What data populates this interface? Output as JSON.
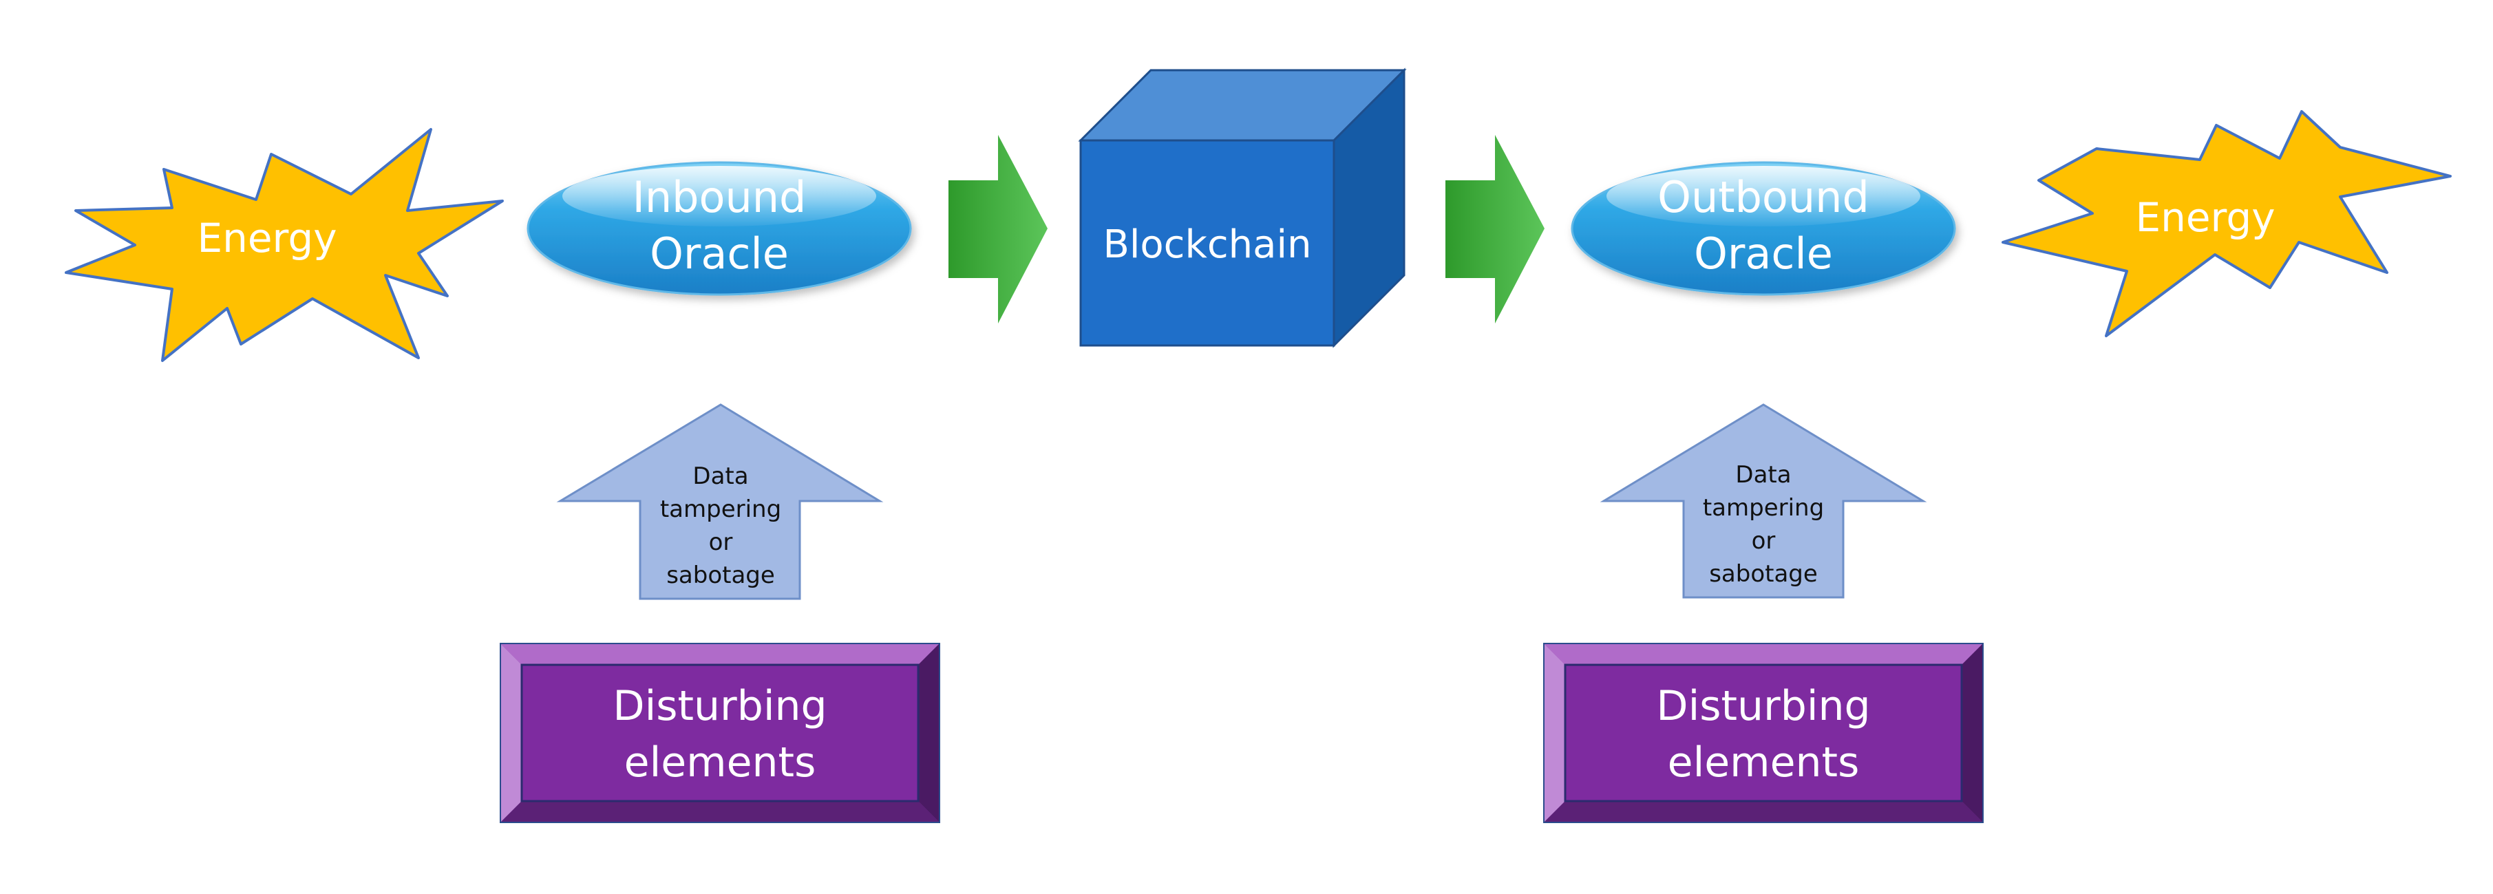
{
  "diagram": {
    "energy_left": {
      "label": "Energy"
    },
    "inbound_oracle": {
      "line1": "Inbound",
      "line2": "Oracle"
    },
    "blockchain": {
      "label": "Blockchain"
    },
    "outbound_oracle": {
      "line1": "Outbound",
      "line2": "Oracle"
    },
    "energy_right": {
      "label": "Energy"
    },
    "threat_arrow_left": {
      "lines": [
        "Data",
        "tampering",
        "or",
        "sabotage"
      ]
    },
    "threat_arrow_right": {
      "lines": [
        "Data",
        "tampering",
        "or",
        "sabotage"
      ]
    },
    "disturbing_left": {
      "line1": "Disturbing",
      "line2": "elements"
    },
    "disturbing_right": {
      "line1": "Disturbing",
      "line2": "elements"
    }
  },
  "colors": {
    "energy_fill": "#FFC000",
    "energy_stroke": "#4472C4",
    "oracle_fill": "#29A3E0",
    "cube_front": "#1F6FC9",
    "cube_top": "#4F8FD6",
    "cube_side": "#155BA6",
    "flow_arrow": "#3DAA35",
    "threat_arrow_fill": "#A2B9E4",
    "disturbing_fill": "#7E2BA0",
    "disturbing_bevel": "#B06BC9",
    "disturbing_dark": "#4A1A63"
  }
}
